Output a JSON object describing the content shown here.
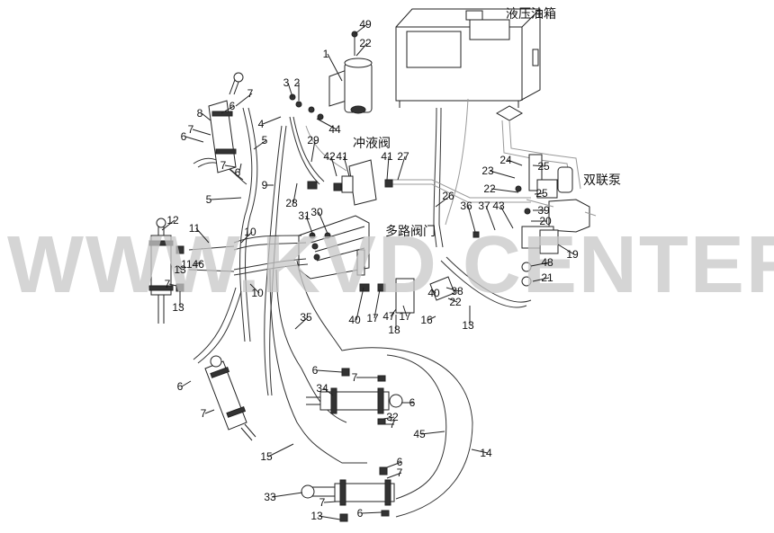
{
  "labels": {
    "tank": "液压油箱",
    "flush_valve": "冲液阀",
    "multi_valve": "多路阀门",
    "dual_pump": "双联泵"
  },
  "watermark": "WWW.KVD CENTER",
  "callouts": [
    "49",
    "22",
    "1",
    "3",
    "2",
    "7",
    "6",
    "8",
    "4",
    "44",
    "6",
    "7",
    "5",
    "29",
    "42",
    "41",
    "41",
    "27",
    "7",
    "6",
    "9",
    "28",
    "5",
    "26",
    "24",
    "25",
    "23",
    "22",
    "25",
    "39",
    "36",
    "37",
    "43",
    "20",
    "12",
    "31",
    "30",
    "11",
    "10",
    "19",
    "13",
    "1146",
    "48",
    "21",
    "7",
    "13",
    "10",
    "40",
    "17",
    "47",
    "17",
    "40",
    "38",
    "22",
    "16",
    "35",
    "18",
    "13",
    "6",
    "7",
    "34",
    "6",
    "7",
    "32",
    "7",
    "6",
    "45",
    "14",
    "15",
    "6",
    "7",
    "33",
    "7",
    "6",
    "13"
  ]
}
